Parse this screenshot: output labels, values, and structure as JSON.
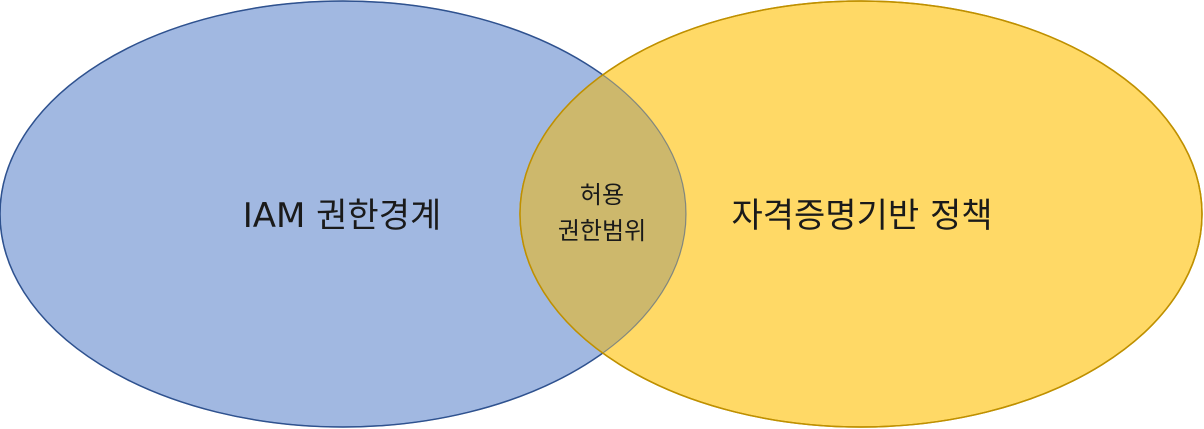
{
  "diagram": {
    "type": "venn",
    "left_set": {
      "label": "IAM 권한경계",
      "fill": "#A1B8E1",
      "stroke": "#2F528F"
    },
    "right_set": {
      "label": "자격증명기반 정책",
      "fill": "#FFD966",
      "stroke": "#BF9000",
      "opacity": 0.85
    },
    "intersection": {
      "label_line1": "허용",
      "label_line2": "권한범위",
      "fill": "#CDB86C"
    }
  }
}
